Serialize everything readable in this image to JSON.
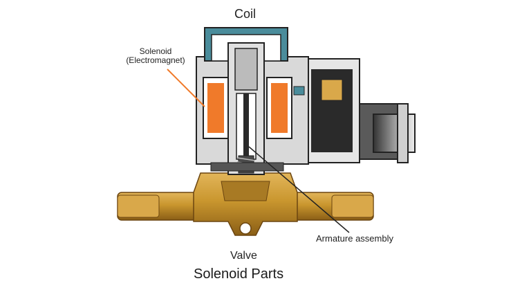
{
  "labels": {
    "coil": "Coil",
    "solenoid_line1": "Solenoid",
    "solenoid_line2": "(Electromagnet)",
    "armature": "Armature assembly",
    "valve": "Valve",
    "title": "Solenoid Parts"
  },
  "colors": {
    "coil_cap": "#4a8c9b",
    "electromagnet": "#f07a2a",
    "housing": "#d9d9d9",
    "brass": "#c9962e",
    "leader_orange": "#f07a2a",
    "leader_dark": "#222222"
  }
}
